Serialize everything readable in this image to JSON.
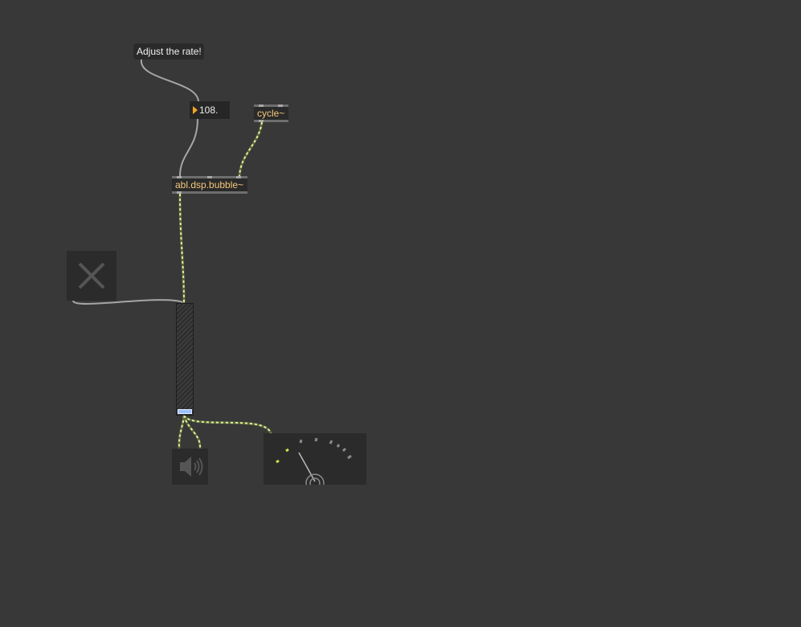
{
  "patcher": {
    "background_color": "#383838",
    "comment": {
      "text": "Adjust the rate!"
    },
    "number_box": {
      "value": "108.",
      "triangle_color": "#f5a623"
    },
    "objects": {
      "cycle": {
        "text": "cycle~"
      },
      "bubble": {
        "text": "abl.dsp.bubble~"
      }
    },
    "toggle": {
      "state": "off",
      "icon": "x-icon"
    },
    "gain_slider": {
      "level": 0.0,
      "knob_color": "#9cc2ff"
    },
    "ezdac": {
      "icon": "speaker-icon",
      "state": "off"
    },
    "meter": {
      "icon": "needle-meter-icon",
      "needle_level": 0.35
    },
    "cord_colors": {
      "control": "#a6a6a6",
      "signal_dash_a": "#e6ee9c",
      "signal_dash_b": "#7a8a55"
    }
  }
}
